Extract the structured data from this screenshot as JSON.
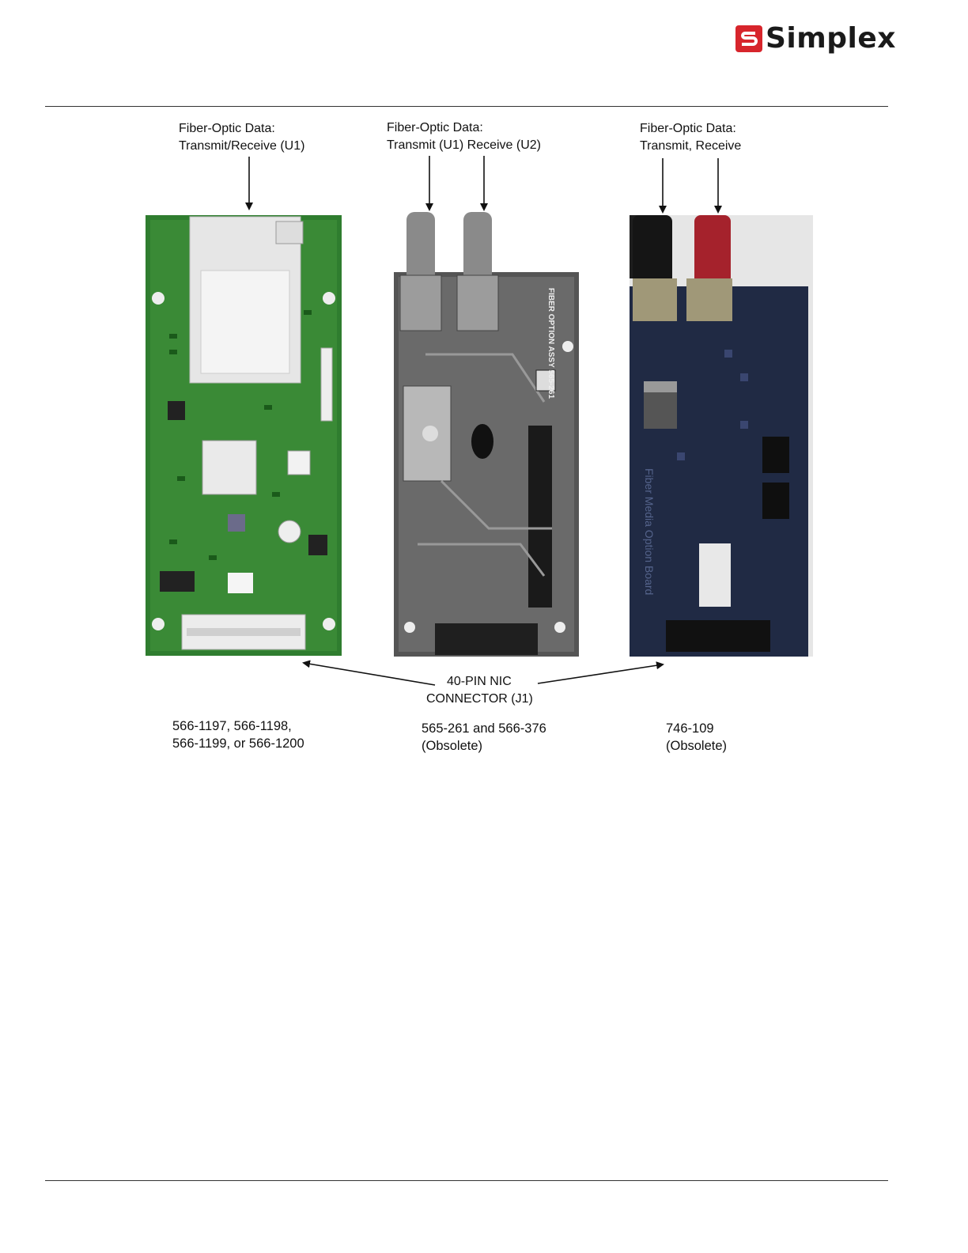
{
  "brand": {
    "name": "Simplex",
    "logo_color": "#d7252c"
  },
  "callouts": {
    "left": {
      "line1": "Fiber-Optic Data:",
      "line2": "Transmit/Receive (U1)"
    },
    "middle": {
      "line1": "Fiber-Optic Data:",
      "line2": "Transmit (U1) Receive (U2)"
    },
    "right": {
      "line1": "Fiber-Optic Data:",
      "line2": "Transmit, Receive"
    },
    "connector": {
      "line1": "40-PIN NIC",
      "line2": "CONNECTOR (J1)"
    }
  },
  "boards": {
    "left": {
      "caption_line1": "566-1197, 566-1198,",
      "caption_line2": "566-1199, or 566-1200",
      "color": "#2f7d2f"
    },
    "middle": {
      "caption_line1": "565-261 and 566-376",
      "caption_line2": "(Obsolete)",
      "silkscreen": "FIBER OPTION ASSY 565-261",
      "color": "#555555"
    },
    "right": {
      "caption_line1": "746-109",
      "caption_line2": "(Obsolete)",
      "silkscreen": "Fiber Media Option Board",
      "color": "#202a44"
    }
  }
}
